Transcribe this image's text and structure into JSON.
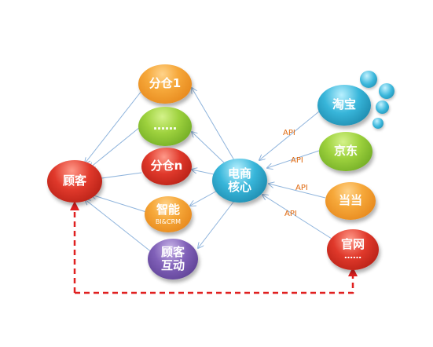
{
  "nodes": {
    "branch_1": "分仓1",
    "branch_dots": "……",
    "branch_n": "分仓n",
    "smart_title": "智能",
    "smart_sub": "BI&CRM",
    "interaction_line1": "顾客",
    "interaction_line2": "互动",
    "customer": "顾客",
    "core_line1": "电商",
    "core_line2": "核心",
    "taobao": "淘宝",
    "jd": "京东",
    "dangdang": "当当",
    "official_line1": "官网",
    "official_line2": "……"
  },
  "api_labels": [
    "API",
    "API",
    "API",
    "API"
  ],
  "colors": {
    "orange": "#f6a83a",
    "green": "#9ed23e",
    "red": "#e0392b",
    "teal": "#38b6da",
    "purple": "#8060b8",
    "arrow_blue": "#8fb4dc",
    "dashed_red": "#e02020"
  }
}
